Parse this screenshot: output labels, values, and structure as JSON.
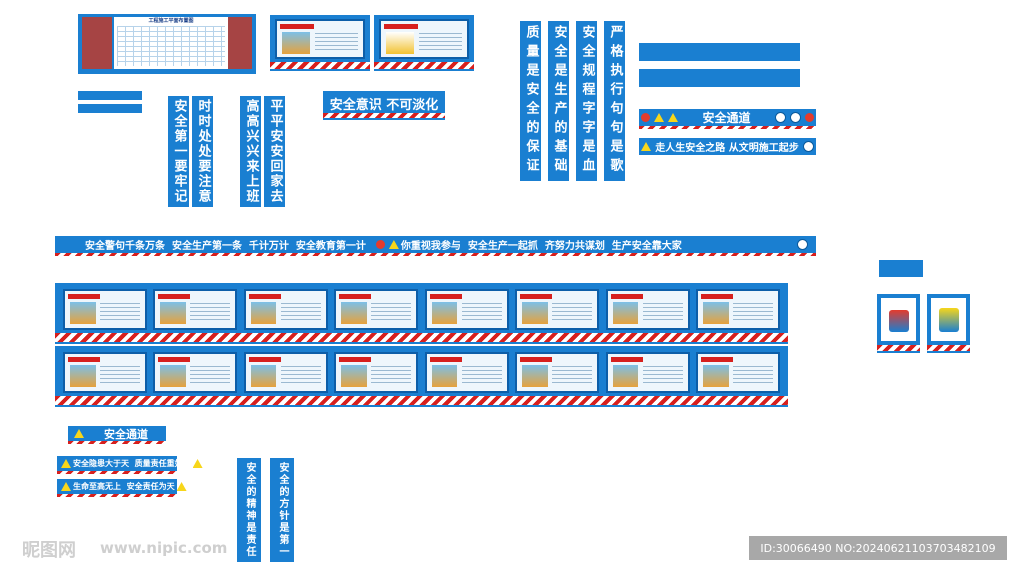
{
  "top_left_board_title": "工程施工平面布置图",
  "vertical_signs": [
    {
      "id": "v1",
      "text": "安全第一要牢记"
    },
    {
      "id": "v2",
      "text": "时时处处要注意"
    },
    {
      "id": "v3",
      "text": "高高兴兴来上班"
    },
    {
      "id": "v4",
      "text": "平平安安回家去"
    },
    {
      "id": "v5",
      "text": "质量是安全的保证"
    },
    {
      "id": "v6",
      "text": "安全是生产的基础"
    },
    {
      "id": "v7",
      "text": "安全规程字字是血"
    },
    {
      "id": "v8",
      "text": "严格执行句句是歌"
    },
    {
      "id": "v9",
      "text": "安全的精神是责任"
    },
    {
      "id": "v10",
      "text": "安全的方针是第一"
    }
  ],
  "banners": {
    "awareness": "安全意识 不可淡化",
    "passage_right": "安全通道",
    "safe_road": "走人生安全之路 从文明施工起步",
    "long_slogan_part1": "安全警句千条万条  安全生产第一条  千计万计  安全教育第一计",
    "long_slogan_part2": "你重视我参与  安全生产一起抓  齐努力共谋划  生产安全靠大家",
    "passage_left": "安全通道",
    "quality": "安全隐患大于天  质量责任重如山",
    "life": "生命至高无上  安全责任为天"
  },
  "watermark": {
    "logo": "昵图网",
    "url": "www.nipic.com",
    "id": "ID:30066490 NO:20240621103703482109"
  },
  "colors": {
    "primary_blue": "#1a7fd1",
    "stripe_red": "#d7201e",
    "warning_yellow": "#f7d61a"
  }
}
